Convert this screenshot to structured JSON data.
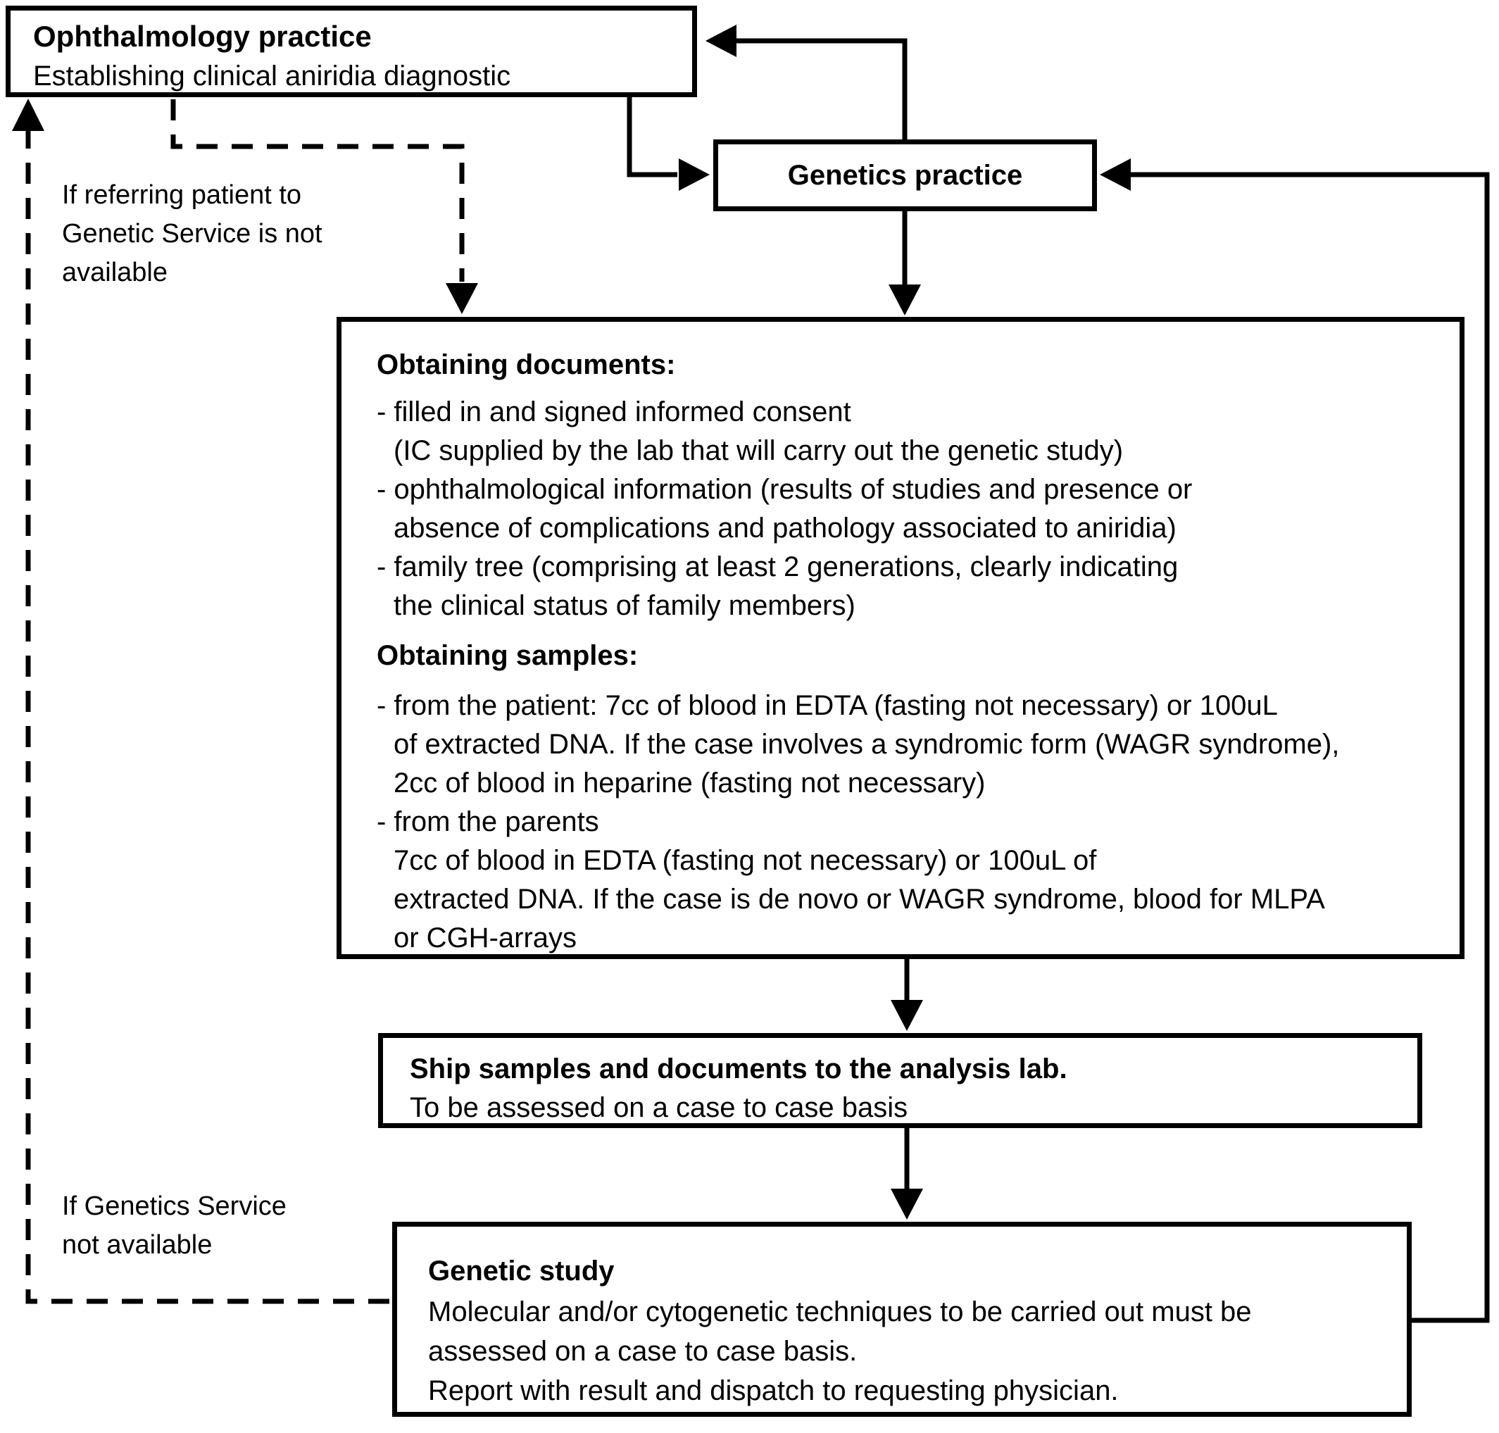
{
  "figure": {
    "background": "#ffffff",
    "line_color": "#000000"
  },
  "boxes": {
    "ophthalmology": {
      "title": "Ophthalmology practice",
      "subtitle": "Establishing clinical aniridia diagnostic"
    },
    "genetics": {
      "title": "Genetics practice"
    },
    "obtaining": {
      "documents_heading": "Obtaining documents:",
      "documents_lines": [
        "- filled in and signed informed consent",
        "(IC supplied by the lab that will carry out the genetic study)",
        "- ophthalmological information (results of studies and presence or",
        "absence of complications and pathology associated to aniridia)",
        "- family tree (comprising at least 2 generations, clearly indicating",
        "the clinical status of family members)"
      ],
      "samples_heading": "Obtaining samples:",
      "samples_lines": [
        "- from the patient: 7cc of blood in EDTA (fasting not necessary) or 100uL",
        "of extracted DNA. If the case involves a syndromic form (WAGR syndrome),",
        "2cc of blood in heparine (fasting not necessary)",
        "- from the parents",
        "7cc of blood in EDTA (fasting not necessary) or 100uL of",
        "extracted DNA. If the case is de novo or WAGR syndrome, blood for MLPA",
        "or CGH-arrays"
      ]
    },
    "ship": {
      "title": "Ship samples and documents to the analysis lab.",
      "subtitle": "To be assessed on a case to case basis"
    },
    "study": {
      "title": "Genetic study",
      "lines": [
        "Molecular and/or cytogenetic techniques to be carried out must be",
        "assessed on a case to case basis.",
        "Report with result and dispatch to requesting physician."
      ]
    }
  },
  "annotations": {
    "referring_lines": [
      "If referring patient to",
      "Genetic Service is not",
      "available"
    ],
    "genetics_unavailable_lines": [
      "If Genetics Service",
      "not available"
    ]
  }
}
